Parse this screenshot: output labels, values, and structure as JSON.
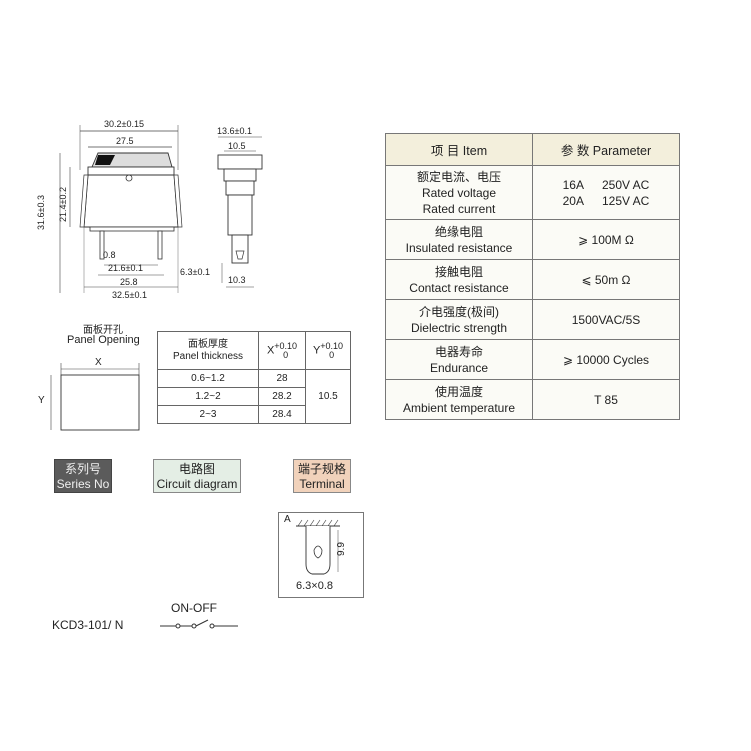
{
  "spec": {
    "header": {
      "item": "项 目  Item",
      "param": "参 数  Parameter"
    },
    "rows": [
      {
        "zh": "额定电流、电压",
        "en1": "Rated voltage",
        "en2": "Rated current",
        "v1a": "16A",
        "v1b": "250V AC",
        "v2a": "20A",
        "v2b": "125V AC"
      },
      {
        "zh": "绝缘电阻",
        "en": "Insulated resistance",
        "value": "⩾ 100M Ω"
      },
      {
        "zh": "接触电阻",
        "en": "Contact resistance",
        "value": "⩽ 50m Ω"
      },
      {
        "zh": "介电强度(极间)",
        "en": "Dielectric strength",
        "value": "1500VAC/5S"
      },
      {
        "zh": "电器寿命",
        "en": "Endurance",
        "value": "⩾ 10000 Cycles"
      },
      {
        "zh": "使用温度",
        "en": "Ambient temperature",
        "value": "T 85"
      }
    ]
  },
  "dims": {
    "w_outer": "30.2±0.15",
    "w_inner": "27.5",
    "h_total": "31.6±0.3",
    "h_body": "21.4±0.2",
    "pin_w": "0.8",
    "pin_span": "21.6±0.1",
    "base": "25.8",
    "total": "32.5±0.1",
    "side_top": "13.6±0.1",
    "side_mid": "10.5",
    "side_pin": "6.3±0.1",
    "side_bottom": "10.3"
  },
  "panel": {
    "title_zh": "面板开孔",
    "title_en": "Panel Opening",
    "x": "X",
    "y": "Y",
    "thickness_zh": "面板厚度",
    "thickness_en": "Panel thickness",
    "x_col": "X",
    "y_col": "Y",
    "tol_plus": "+0.10",
    "tol_zero": "0",
    "rows": [
      {
        "t": "0.6~1.2",
        "x": "28"
      },
      {
        "t": "1.2~2",
        "x": "28.2"
      },
      {
        "t": "2~3",
        "x": "28.4"
      }
    ],
    "y_value": "10.5"
  },
  "tags": {
    "series_zh": "系列号",
    "series_en": "Series No",
    "circuit_zh": "电路图",
    "circuit_en": "Circuit diagram",
    "terminal_zh": "端子规格",
    "terminal_en": "Terminal"
  },
  "terminal": {
    "a": "A",
    "h": "9.9",
    "size": "6.3×0.8"
  },
  "model": {
    "name": "KCD3-101/ N",
    "state": "ON-OFF"
  }
}
